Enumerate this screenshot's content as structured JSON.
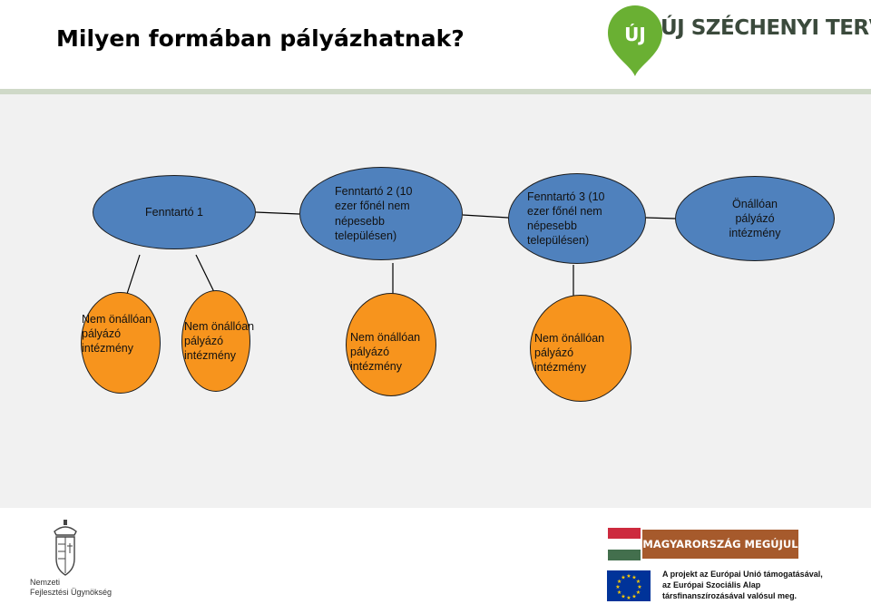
{
  "title": "Milyen formában pályázhatnak?",
  "logos": {
    "szechenyi": "ÚJ SZÉCHENYI TERV",
    "nfu": [
      "Nemzeti",
      "Fejlesztési Ügynökség"
    ],
    "megujul": "MAGYARORSZÁG MEGÚJUL",
    "eu_lines": [
      "A projekt az Európai Unió támogatásával,",
      "az Európai Szociális Alap",
      "társfinanszírozásával valósul meg."
    ]
  },
  "colors": {
    "top_node": "#4f81bd",
    "bottom_node": "#f7941d",
    "logo_green": "#6ab033",
    "panel": "#f1f1f1"
  },
  "diagram": {
    "top_nodes": [
      {
        "lines": [
          "Fenntartó 1"
        ]
      },
      {
        "lines": [
          "Fenntartó 2 (10",
          "ezer főnél nem",
          "népesebb",
          "településen)"
        ]
      },
      {
        "lines": [
          "Fenntartó 3 (10",
          "ezer főnél nem",
          "népesebb",
          "településen)"
        ]
      },
      {
        "lines": [
          "Önállóan",
          "pályázó",
          "intézmény"
        ]
      }
    ],
    "bottom_nodes": [
      {
        "lines": [
          "Nem önállóan",
          "pályázó",
          "intézmény"
        ]
      },
      {
        "lines": [
          "Nem önállóan",
          "pályázó",
          "intézmény"
        ]
      },
      {
        "lines": [
          "Nem önállóan",
          "pályázó",
          "intézmény"
        ]
      },
      {
        "lines": [
          "Nem önállóan",
          "pályázó",
          "intézmény"
        ]
      }
    ]
  }
}
